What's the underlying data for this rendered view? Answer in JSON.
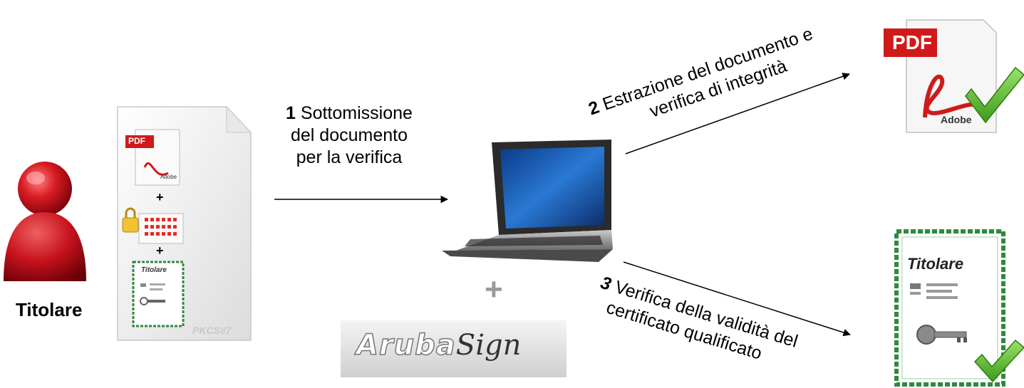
{
  "titolare_label": "Titolare",
  "pkcs_label": "PKCS#7",
  "step1": {
    "num": "1",
    "line1": "Sottomissione",
    "line2": "del documento",
    "line3": "per la verifica"
  },
  "step2": {
    "num": "2",
    "line1": "Estrazione del documento e",
    "line2": "verifica di integrità"
  },
  "step3": {
    "num": "3",
    "line1": "Verifica della validità del",
    "line2": "certificato qualificato"
  },
  "plus_sign": "+",
  "aruba_logo": {
    "word1": "Aruba",
    "word2": "Sign"
  },
  "pdf_label": "PDF",
  "adobe_label": "Adobe",
  "certificate_title": "Titolare",
  "mini_pdf_label": "PDF",
  "mini_adobe_label": "Adobe",
  "mini_plus": "+",
  "mini_certificate_title": "Titolare",
  "colors": {
    "user_red": "#c8141e",
    "pdf_red": "#d01a1a",
    "check_green": "#5fbf2a",
    "cert_green": "#2f8a3c",
    "arrow": "#000000"
  }
}
